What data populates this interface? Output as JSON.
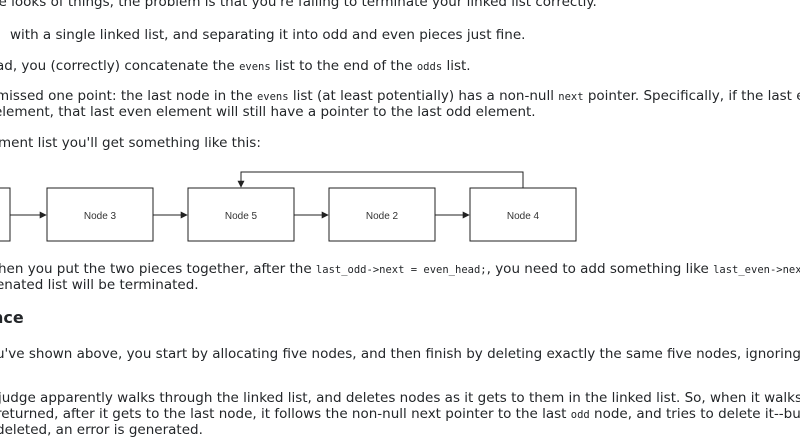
{
  "answer": {
    "p1": {
      "text": "he looks of things, the problem is that you're failing to terminate your linked list correctly."
    },
    "p2": {
      "text": "with a single linked list, and separating it into odd and even pieces just fine."
    },
    "p3": {
      "t1": "ad, you (correctly) concatenate the ",
      "c1": "evens",
      "t2": " list to the end of the ",
      "c2": "odds",
      "t3": " list."
    },
    "p4": {
      "t1": "missed one point: the last node in the ",
      "c1": "evens",
      "t2": " list (at least potentially) has a non-null ",
      "c2": "next",
      "t3": " pointer. Specifically, if the last eleme",
      "line2": "element, that last even element will still have a pointer to the last odd element."
    },
    "p5": {
      "text": "ment list you'll get something like this:"
    },
    "diagram": {
      "nodes": [
        "Node 3",
        "Node 5",
        "Node 2",
        "Node 4"
      ]
    },
    "p6": {
      "t1": "hen you put the two pieces together, after the ",
      "c1": "last_odd->next = even_head;",
      "t2": ", you need to add something like ",
      "c2": "last_even->next",
      "line2": "enated list will be terminated."
    },
    "heading": "nce",
    "p7": {
      "text": "u've shown above, you start by allocating five nodes, and then finish by deleting exactly the same five nodes, ignoring the"
    },
    "p8": {
      "line1": "judge apparently walks through the linked list, and deletes nodes as it gets to them in the linked list. So, when it walks thr",
      "line2a": "returned, after it gets to the last node, it follows the non-null next pointer to the last ",
      "line2c": "odd",
      "line2b": " node, and tries to delete it--but",
      "line3": "deleted, an error is generated."
    }
  }
}
